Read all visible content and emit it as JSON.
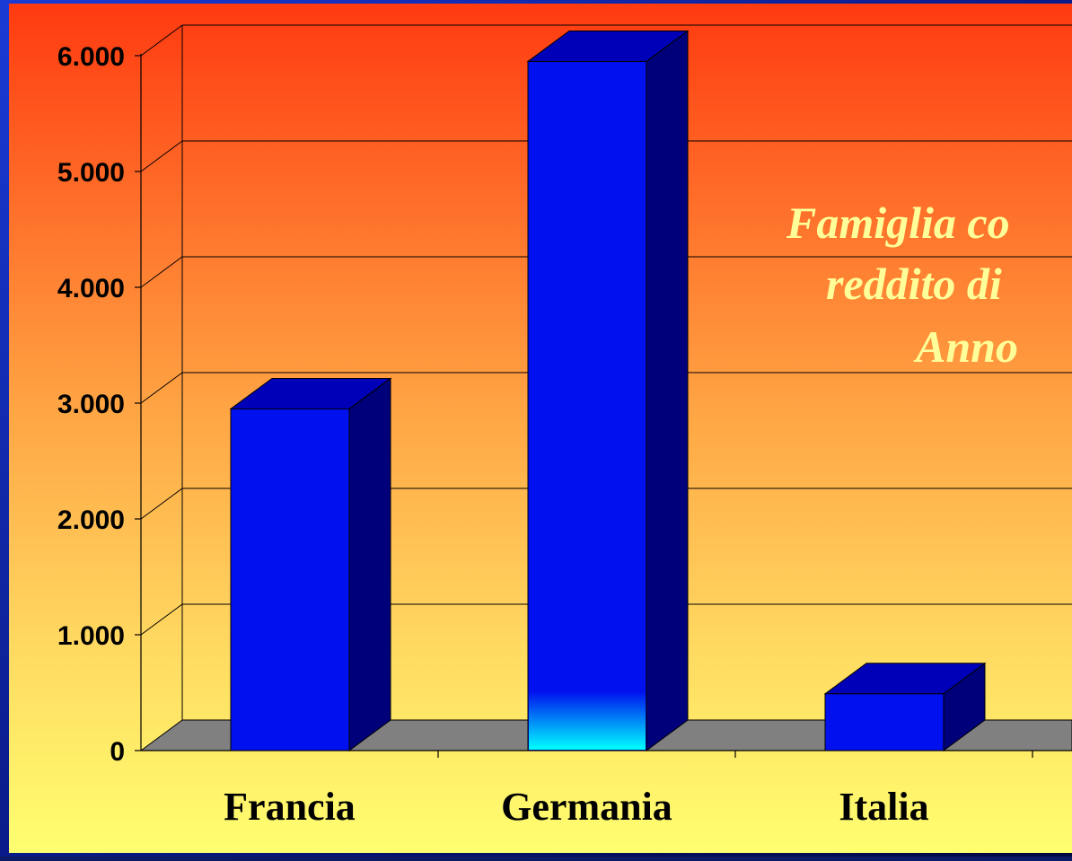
{
  "chart_data": {
    "type": "bar",
    "title_lines": [
      "Famiglia co",
      "reddito di",
      "Anno"
    ],
    "categories": [
      "Francia",
      "Germania",
      "Italia"
    ],
    "values": [
      2950,
      5950,
      490
    ],
    "ylim": [
      0,
      6000
    ],
    "yticks": [
      0,
      1000,
      2000,
      3000,
      4000,
      5000,
      6000
    ],
    "ytick_labels": [
      "0",
      "1.000",
      "2.000",
      "3.000",
      "4.000",
      "5.000",
      "6.000"
    ],
    "grid": true,
    "colors": {
      "bar_front": "#0010ee",
      "bar_side": "#00007a",
      "bar_top": "#0000b8",
      "highlight": "#00ffff",
      "floor": "#808080",
      "bg_top": "#ff3a10",
      "bg_bottom": "#ffff70",
      "title": "#ffff99"
    }
  }
}
